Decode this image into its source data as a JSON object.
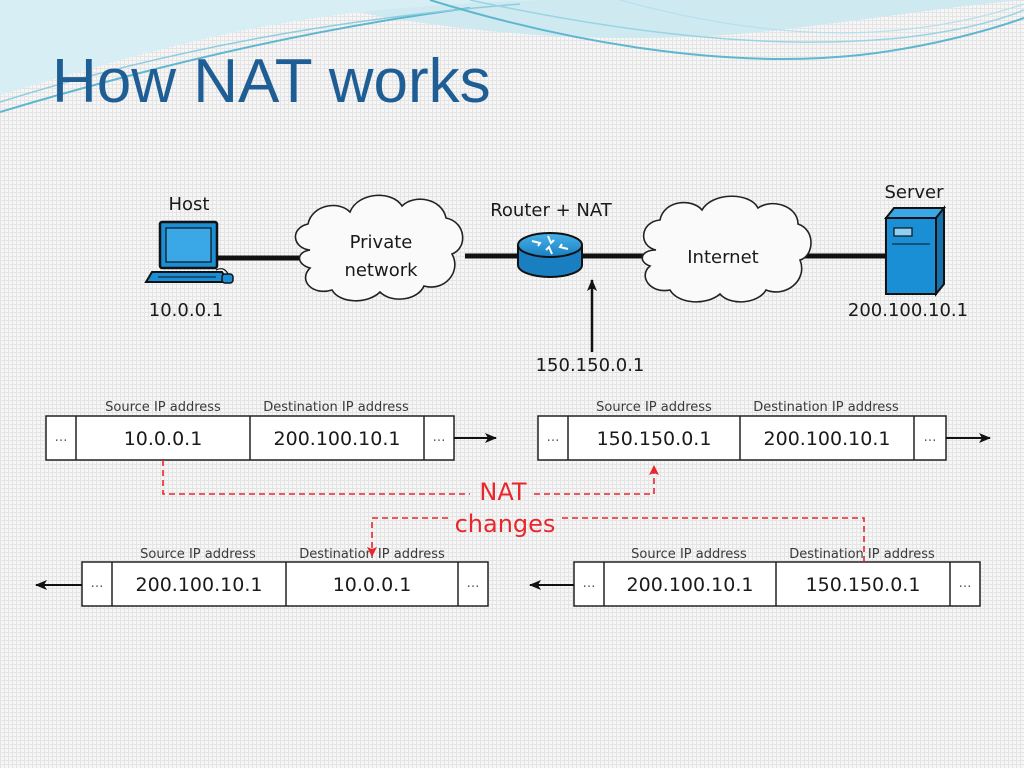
{
  "slide": {
    "title": "How NAT works"
  },
  "topology": {
    "host_label": "Host",
    "host_ip": "10.0.0.1",
    "private_cloud": [
      "Private",
      "network"
    ],
    "router_label": "Router + NAT",
    "router_public_ip": "150.150.0.1",
    "internet_cloud": "Internet",
    "server_label": "Server",
    "server_ip": "200.100.10.1"
  },
  "packets": {
    "source_header": "Source IP address",
    "destination_header": "Destination IP address",
    "ellipsis": "…",
    "outbound_before": {
      "source": "10.0.0.1",
      "destination": "200.100.10.1"
    },
    "outbound_after": {
      "source": "150.150.0.1",
      "destination": "200.100.10.1"
    },
    "inbound_after": {
      "source": "200.100.10.1",
      "destination": "10.0.0.1"
    },
    "inbound_before": {
      "source": "200.100.10.1",
      "destination": "150.150.0.1"
    }
  },
  "nat_changes": [
    "NAT",
    "changes"
  ],
  "colors": {
    "title": "#1f5e94",
    "device_blue": "#1a8fd6",
    "nat_red": "#e8272d",
    "wave_teal": "#5fb6cf"
  }
}
